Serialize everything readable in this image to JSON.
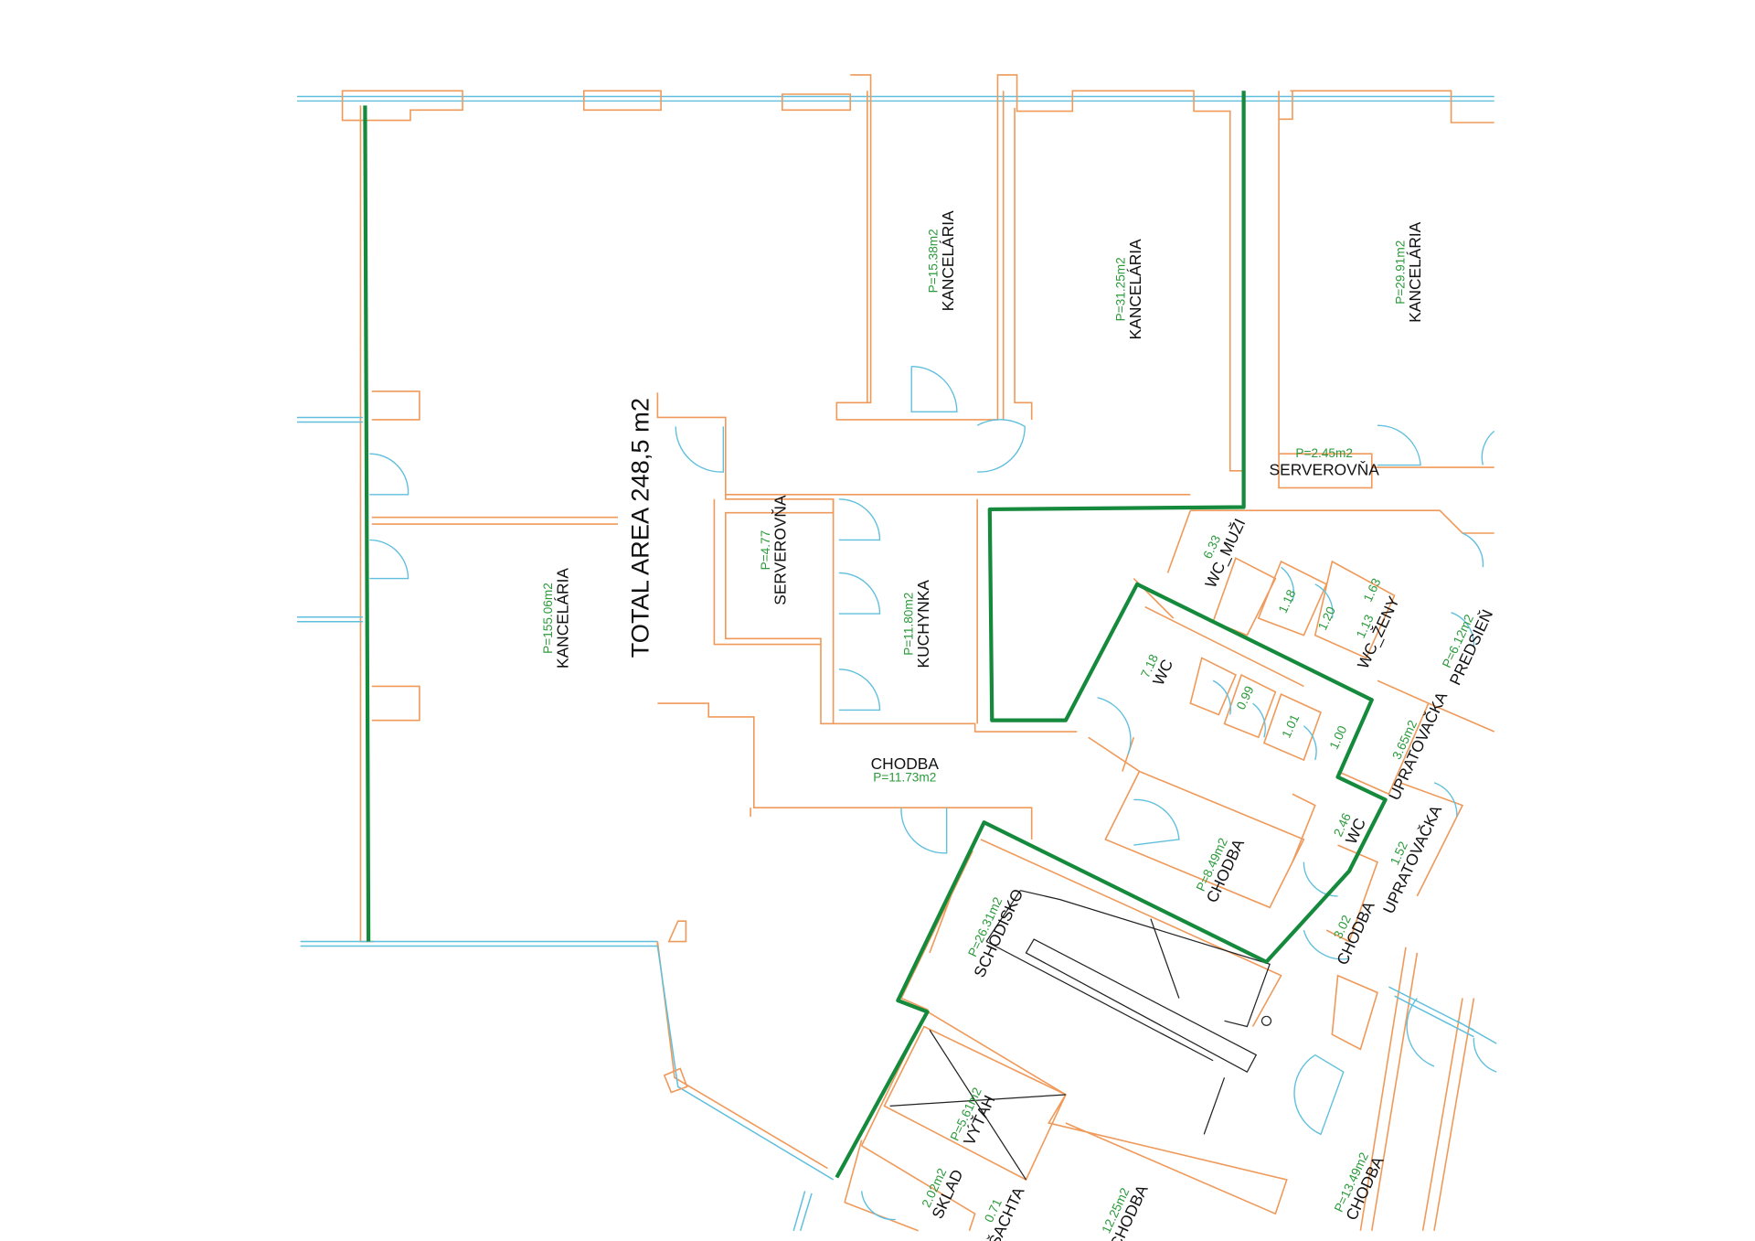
{
  "plan": {
    "total_area": "TOTAL AREA 248,5 m2",
    "colors": {
      "walls": "#ef9a5a",
      "windows_doors": "#5fbfdd",
      "rented_boundary": "#168a3c",
      "stairs": "#222222",
      "area_text": "#2a9a3a"
    },
    "rooms": [
      {
        "name": "KANCELÁRIA",
        "area": "P=155.06m2"
      },
      {
        "name": "KANCELÁRIA",
        "area": "P=15.38m2"
      },
      {
        "name": "KANCELÁRIA",
        "area": "P=31.25m2"
      },
      {
        "name": "KANCELÁRIA",
        "area": "P=29.91m2"
      },
      {
        "name": "SERVEROVŇA",
        "area": "P=2.45m2"
      },
      {
        "name": "SERVEROVŇA",
        "area": "P=4.77"
      },
      {
        "name": "KUCHYNKA",
        "area": "P=11.80m2"
      },
      {
        "name": "CHODBA",
        "area": "P=11.73m2"
      },
      {
        "name": "WC_MUŽI",
        "area": "6.33"
      },
      {
        "name": "",
        "area": "1.18"
      },
      {
        "name": "",
        "area": "1.20"
      },
      {
        "name": "",
        "area": "1.63"
      },
      {
        "name": "WC_ŽENY",
        "area": "1.13"
      },
      {
        "name": "PREDSIEŇ",
        "area": "P=6.12m2"
      },
      {
        "name": "WC",
        "area": "7.18"
      },
      {
        "name": "",
        "area": "0.99"
      },
      {
        "name": "",
        "area": "1.01"
      },
      {
        "name": "",
        "area": "1.00"
      },
      {
        "name": "UPRATOVAČKA",
        "area": "3.65m2"
      },
      {
        "name": "WC",
        "area": "2.46"
      },
      {
        "name": "UPRATOVAČKA",
        "area": "1.52"
      },
      {
        "name": "CHODBA",
        "area": "P=8.49m2"
      },
      {
        "name": "CHODBA",
        "area": "3.02"
      },
      {
        "name": "SCHODISKO",
        "area": "P=26.31m2"
      },
      {
        "name": "VÝŤAH",
        "area": "P=5.61m2"
      },
      {
        "name": "SKLAD",
        "area": "2.02m2"
      },
      {
        "name": "ŠACHTA",
        "area": "0.71"
      },
      {
        "name": "CHODBA",
        "area": "12.25m2"
      },
      {
        "name": "CHODBA",
        "area": "P=13.49m2"
      }
    ]
  }
}
